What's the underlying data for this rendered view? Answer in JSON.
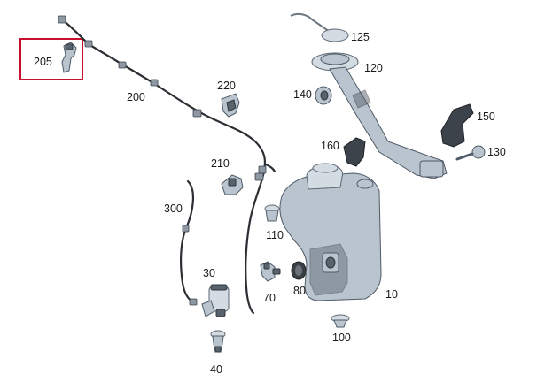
{
  "highlight": {
    "color": "#c8102e",
    "part": "205"
  },
  "callouts": {
    "c10": "10",
    "c30": "30",
    "c40": "40",
    "c70": "70",
    "c80": "80",
    "c100": "100",
    "c110": "110",
    "c120": "120",
    "c125": "125",
    "c130": "130",
    "c140": "140",
    "c150": "150",
    "c160": "160",
    "c200": "200",
    "c205": "205",
    "c210": "210",
    "c220": "220",
    "c300": "300"
  }
}
